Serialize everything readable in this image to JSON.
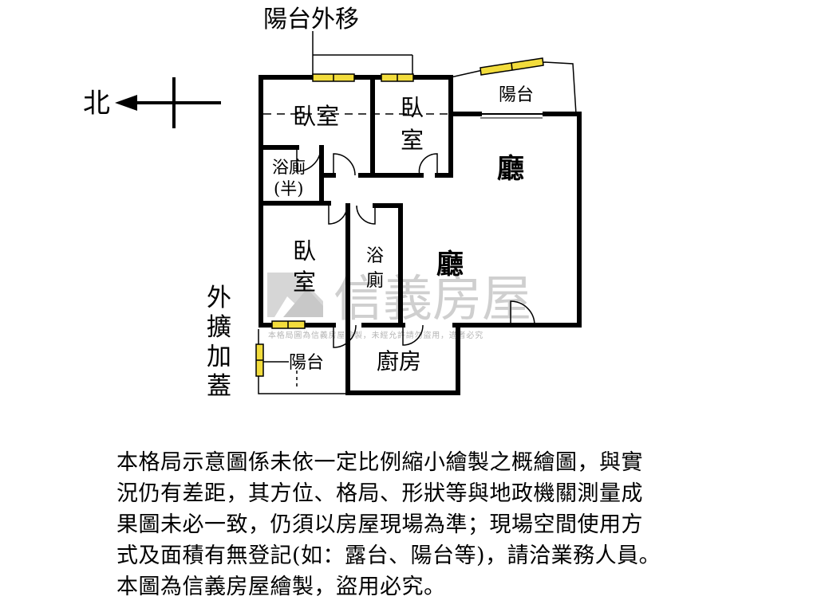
{
  "plan": {
    "labels": {
      "balcony_move_out": "陽台外移",
      "north": "北",
      "bedroom": "臥室",
      "bedroom_top_2": "臥",
      "bedroom_top_3": "室",
      "bedroom_left_1": "臥",
      "bedroom_left_2": "室",
      "balcony_top": "陽台",
      "living_upper": "廳",
      "living_lower": "廳",
      "half_bath_1": "浴廁",
      "half_bath_2": "(半)",
      "bath_1": "浴",
      "bath_2": "廁",
      "extension_1": "外",
      "extension_2": "擴",
      "extension_3": "加",
      "extension_4": "蓋",
      "balcony_bottom": "陽台",
      "kitchen": "廚房"
    },
    "watermark": {
      "brand": "信義房屋",
      "note": "本格局圖為信義房屋繪製，未經允許請勿盜用，違者必究"
    },
    "colors": {
      "wall": "#000000",
      "window": "#f2dc3c",
      "watermark": "#d0d0d0"
    }
  },
  "disclaimer": {
    "line1": "本格局示意圖係未依一定比例縮小繪製之概繪圖，與實",
    "line2": "況仍有差距，其方位、格局、形狀等與地政機關測量成",
    "line3": "果圖未必一致，仍須以房屋現場為準；現場空間使用方",
    "line4": "式及面積有無登記(如：露台、陽台等)，請洽業務人員。",
    "line5": "本圖為信義房屋繪製，盜用必究。"
  }
}
